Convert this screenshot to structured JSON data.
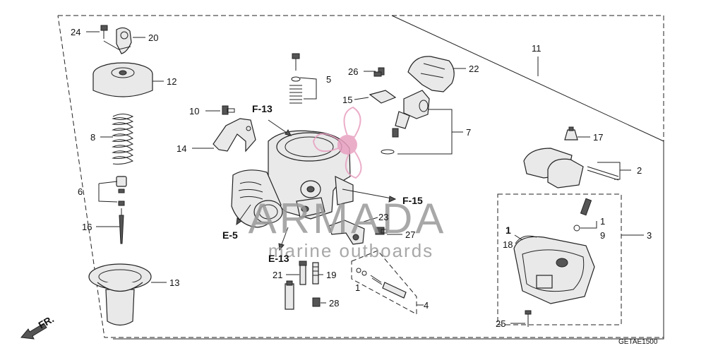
{
  "diagram": {
    "code": "GETAE1500",
    "labels": {
      "p1a": "1",
      "p1b": "1",
      "p1c": "1",
      "p2": "2",
      "p3": "3",
      "p4": "4",
      "p5": "5",
      "p6": "6",
      "p7": "7",
      "p8": "8",
      "p9": "9",
      "p10": "10",
      "p11": "11",
      "p12": "12",
      "p13": "13",
      "p14": "14",
      "p15": "15",
      "p16": "16",
      "p17": "17",
      "p18": "18",
      "p19": "19",
      "p20": "20",
      "p21": "21",
      "p22": "22",
      "p23": "23",
      "p24": "24",
      "p25": "25",
      "p26": "26",
      "p27": "27",
      "p28": "28"
    },
    "refs": {
      "f13": "F-13",
      "f15": "F-15",
      "e5": "E-5",
      "e13": "E-13",
      "fr": "FR."
    }
  },
  "watermark": {
    "brand": "ARMADA",
    "tagline": "marine outboards",
    "color": "#e8a0c0"
  }
}
